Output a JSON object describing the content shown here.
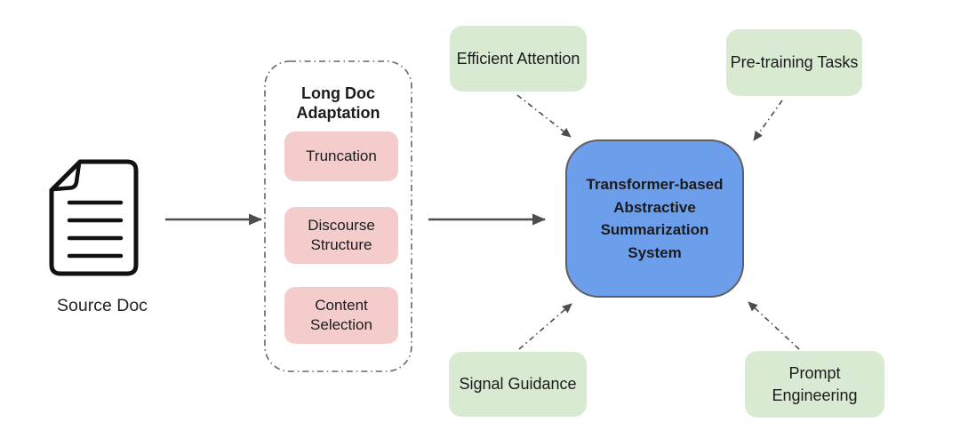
{
  "diagram": {
    "source_doc": {
      "label": "Source Doc"
    },
    "adaptation_group": {
      "title": "Long Doc Adaptation",
      "items": [
        {
          "label": "Truncation"
        },
        {
          "label": "Discourse Structure"
        },
        {
          "label": "Content Selection"
        }
      ]
    },
    "system_box": {
      "label": "Transformer-based Abstractive Summarization System"
    },
    "technique_boxes": [
      {
        "label": "Efficient Attention",
        "position": "top-left"
      },
      {
        "label": "Pre-training Tasks",
        "position": "top-right"
      },
      {
        "label": "Signal Guidance",
        "position": "bottom-left"
      },
      {
        "label": "Prompt Engineering",
        "position": "bottom-right"
      }
    ],
    "colors": {
      "adaptation_item_fill": "#f4cccc",
      "technique_fill": "#d9ead3",
      "system_fill": "#6d9eeb",
      "system_border": "#5f5f5f",
      "arrow": "#4d4d4d",
      "icon_stroke": "#111111",
      "text": "#1b1b1b"
    }
  }
}
